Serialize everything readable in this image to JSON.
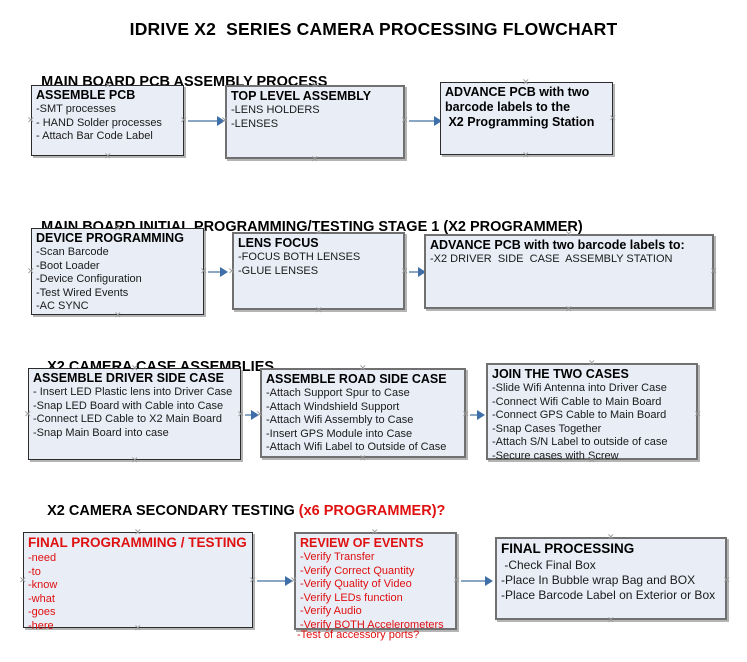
{
  "document": {
    "title": "IDRIVE X2  SERIES CAMERA PROCESSING FLOWCHART"
  },
  "sections": [
    {
      "heading": "MAIN BOARD PCB ASSEMBLY PROCESS",
      "heading_accent": "",
      "nodes": [
        {
          "title": "ASSEMBLE PCB",
          "lines": [
            "-SMT processes",
            "- HAND Solder processes",
            "- Attach Bar Code Label"
          ]
        },
        {
          "title": "TOP LEVEL ASSEMBLY",
          "lines": [
            "-LENS HOLDERS",
            "-LENSES"
          ]
        },
        {
          "title": "ADVANCE PCB with two",
          "lines": [
            "barcode labels to the",
            " X2 Programming Station"
          ]
        }
      ]
    },
    {
      "heading": "MAIN BOARD INITIAL PROGRAMMING/TESTING STAGE 1 (X2 PROGRAMMER)",
      "heading_accent": "",
      "nodes": [
        {
          "title": "DEVICE PROGRAMMING",
          "lines": [
            "-Scan Barcode",
            "-Boot Loader",
            "-Device Configuration",
            "-Test Wired Events",
            "-AC SYNC"
          ]
        },
        {
          "title": "LENS FOCUS",
          "lines": [
            "-FOCUS BOTH LENSES",
            "-GLUE LENSES"
          ]
        },
        {
          "title": "ADVANCE PCB with two barcode labels to:",
          "lines": [
            "-X2 DRIVER  SIDE  CASE  ASSEMBLY STATION"
          ]
        }
      ]
    },
    {
      "heading": "X2 CAMERA CASE ASSEMBLIES",
      "heading_accent": "",
      "nodes": [
        {
          "title": "ASSEMBLE DRIVER SIDE CASE",
          "lines": [
            "- Insert LED Plastic lens into Driver Case",
            "-Snap LED Board with Cable into Case",
            "-Connect LED Cable to X2 Main Board",
            "-Snap Main Board into case"
          ]
        },
        {
          "title": "ASSEMBLE ROAD SIDE CASE",
          "lines": [
            "-Attach Support Spur to Case",
            "-Attach Windshield Support",
            "-Attach Wifi Assembly to Case",
            "-Insert GPS Module into Case",
            "-Attach Wifi Label to Outside of Case"
          ]
        },
        {
          "title": "JOIN THE TWO CASES",
          "lines": [
            "-Slide Wifi Antenna into Driver Case",
            "-Connect Wifi Cable to Main Board",
            "-Connect GPS Cable to Main Board",
            "-Snap Cases Together",
            "-Attach S/N Label to outside of case",
            "-Secure cases with Screw"
          ]
        }
      ]
    },
    {
      "heading": "X2 CAMERA SECONDARY TESTING ",
      "heading_accent": "(x6 PROGRAMMER)?",
      "nodes": [
        {
          "title": "FINAL PROGRAMMING / TESTING",
          "lines": [
            "-need",
            "-to",
            "-know",
            "-what",
            "-goes",
            "-here"
          ]
        },
        {
          "title": "REVIEW OF EVENTS",
          "lines": [
            "-Verify Transfer",
            "-Verify Correct Quantity",
            "-Verify Quality of Video",
            "-Verify LEDs function",
            "-Verify Audio",
            "-Verify BOTH Accelerometers"
          ],
          "overflow_line": "-Test of accessory ports?"
        },
        {
          "title": "FINAL PROCESSING",
          "lines": [
            " -Check Final Box",
            "-Place In Bubble wrap Bag and BOX",
            "-Place Barcode Label on Exterior or Box"
          ]
        }
      ]
    }
  ],
  "colors": {
    "node_fill": "#e8edf6",
    "node_border": "#2b2b2b",
    "connector": "#8ba7c4",
    "arrowhead": "#3f6fa8",
    "accent_red": "#e01010",
    "text": "#000000"
  }
}
